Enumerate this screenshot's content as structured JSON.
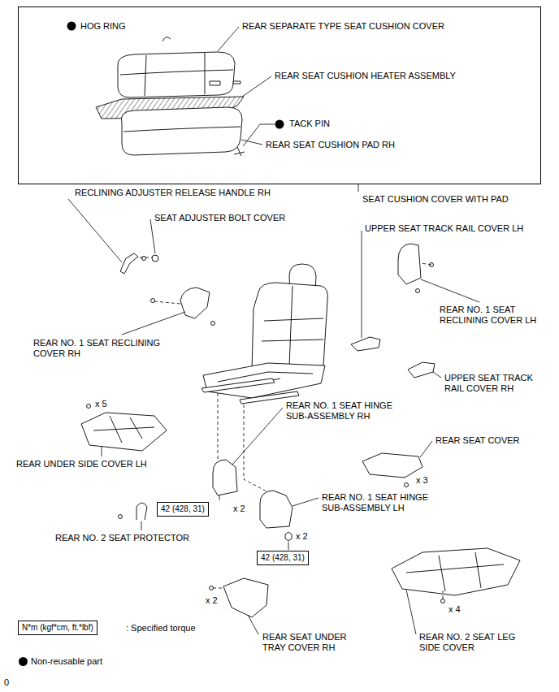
{
  "diagram": {
    "nodes": [
      {
        "text": [
          "SEAT CUSHION COVER WITH PAD"
        ]
      },
      {
        "text": [
          "42 (428, 31)"
        ]
      },
      {
        "text": [
          "42 (428, 31)"
        ]
      },
      {
        "text": [
          "N*m (kgf*cm, ft.*lbf)"
        ]
      }
    ],
    "labels": [
      "HOG RING",
      "REAR SEPARATE TYPE SEAT CUSHION COVER",
      "REAR SEAT CUSHION HEATER ASSEMBLY",
      "TACK PIN",
      "REAR SEAT CUSHION PAD RH",
      "RECLINING ADJUSTER RELEASE HANDLE RH",
      "SEAT ADJUSTER BOLT COVER",
      "UPPER SEAT TRACK RAIL COVER LH",
      "REAR NO. 1 SEAT RECLINING COVER LH",
      "REAR NO. 1 SEAT RECLINING COVER RH",
      "UPPER SEAT TRACK RAIL COVER RH",
      "REAR NO. 1 SEAT HINGE SUB-ASSEMBLY RH",
      "x 5",
      "REAR UNDER SIDE COVER LH",
      "REAR SEAT COVER",
      "x 3",
      "x 2",
      "REAR NO. 1 SEAT HINGE SUB-ASSEMBLY LH",
      "REAR NO. 2 SEAT PROTECTOR",
      "x 2",
      "x 2",
      "x 4",
      "REAR SEAT UNDER TRAY COVER RH",
      "REAR NO. 2 SEAT LEG SIDE COVER",
      ": Specified torque",
      "0"
    ],
    "legend": [
      {
        "text": "Non-reusable part",
        "color": "#000000"
      }
    ]
  }
}
